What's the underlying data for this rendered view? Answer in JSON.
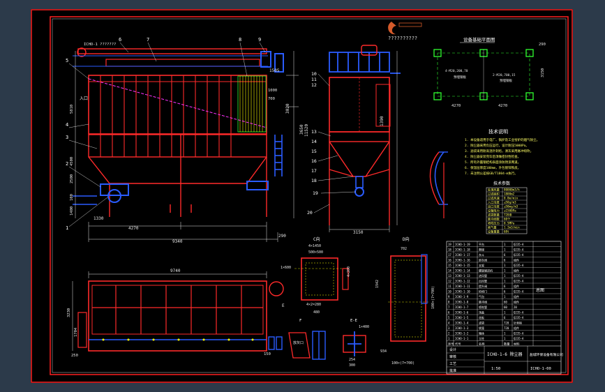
{
  "colors": {
    "background": "#2c3a4a",
    "paper": "#000000",
    "frame": "#ff2020",
    "inner_frame": "#ffffff",
    "structure": "#ff2a2a",
    "piping": "#2a5cff",
    "section": "#30ff30",
    "dimension": "#e6e6e6",
    "text": "#ffffff",
    "accent_text": "#ffff66",
    "hopper_lines": "#ffff00",
    "magenta_line": "#ff33ff",
    "logo": "#d45a2a"
  },
  "logo": {
    "icon": "company-logo-icon",
    "caption": "??????????"
  },
  "front_view": {
    "label_top_left": "ICHO-1 ???????",
    "label_inlet": "入口",
    "callouts": [
      "6",
      "7",
      "8",
      "9",
      "5",
      "4",
      "3",
      "2",
      "1"
    ],
    "dimensions": {
      "overall_width": "9340",
      "bay": "4270",
      "right_offset": "290",
      "left_offset": "1330",
      "top_right": "1505",
      "side_1": "3020",
      "side_2": "3650"
    },
    "side_dims": [
      "5810",
      "4500",
      "2500",
      "100",
      "1400",
      "1000",
      "700"
    ]
  },
  "side_view": {
    "callouts": [
      "10",
      "11",
      "12",
      "13",
      "14",
      "15",
      "16",
      "17",
      "18",
      "19",
      "20"
    ],
    "dimensions": {
      "base": "3150",
      "height": "11520",
      "upper": "1390"
    }
  },
  "foundation_plan": {
    "title": "设备基础平面图",
    "dimensions": [
      "4270",
      "4270",
      "290",
      "3150"
    ],
    "labels": [
      "4-M20,200,70",
      "2-M20,700,15",
      "预埋钢板",
      "预埋钢板"
    ]
  },
  "notes": {
    "title": "技术说明",
    "lines": [
      "1. 本设备适用于电厂、锅炉及工业窑炉的烟气除尘。",
      "2. 除尘器采用负压运行，设计耐压5000Pa。",
      "3. 滤袋采用耐高温针刺毡，清灰采用脉冲喷吹。",
      "4. 除尘器安装完毕后须做密封性检查。",
      "5. 所有外露钢结构表面涂防锈漆两道。",
      "6. 保温层厚度100mm，外包镀锌铁皮。",
      "7. 未注明公差按GB/T1804-m执行。"
    ]
  },
  "spec_table": {
    "title": "技术参数",
    "rows": [
      {
        "name": "处理风量",
        "value": "80000m3/h"
      },
      {
        "name": "过滤面积",
        "value": "1800m2"
      },
      {
        "name": "过滤风速",
        "value": "0.8m/min"
      },
      {
        "name": "入口浓度",
        "value": "≤50g/m3"
      },
      {
        "name": "出口浓度",
        "value": "≤50mg/m3"
      },
      {
        "name": "设备阻力",
        "value": "≤1500Pa"
      },
      {
        "name": "滤袋数量",
        "value": "720条"
      },
      {
        "name": "脉冲阀数",
        "value": "60个"
      },
      {
        "name": "喷吹压力",
        "value": "0.5MPa"
      },
      {
        "name": "耗气量",
        "value": "1.2m3/min"
      },
      {
        "name": "设备重量",
        "value": "68t"
      }
    ]
  },
  "bottom_plan": {
    "overall": "9740",
    "left_dims": [
      "3230",
      "1704"
    ],
    "bottom_dims": [
      "250",
      "150"
    ],
    "label": "E"
  },
  "detail_views": {
    "view_c_title": "C向",
    "view_c_dims": [
      "4×1450",
      "500×500",
      "4×200",
      "1×600"
    ],
    "view_c_bottom": "4×2=280",
    "view_c_base": "480",
    "view_d_title": "D向",
    "view_d_top": "702",
    "view_d_left": "1942",
    "view_d_inner": "100×(7=700)",
    "view_d_bottom": "934",
    "view_d_bottom2": "100×(7=700)",
    "view_e_title": "E-E",
    "view_e_dims": [
      "1×400",
      "254",
      "300"
    ],
    "view_f_title": "F",
    "view_f_label": "放灰口"
  },
  "parts_list": {
    "rows": [
      {
        "no": "19",
        "code": "ICHO-1-19",
        "name": "平台",
        "qty": "1",
        "mat": "Q235-A"
      },
      {
        "no": "18",
        "code": "ICHO-1-18",
        "name": "爬梯",
        "qty": "1",
        "mat": "Q235-A"
      },
      {
        "no": "17",
        "code": "ICHO-1-17",
        "name": "灰斗",
        "qty": "6",
        "mat": "Q235-A"
      },
      {
        "no": "16",
        "code": "ICHO-1-16",
        "name": "卸灰阀",
        "qty": "6",
        "mat": "组件"
      },
      {
        "no": "15",
        "code": "ICHO-1-15",
        "name": "支架",
        "qty": "1",
        "mat": "Q235-A"
      },
      {
        "no": "14",
        "code": "ICHO-1-14",
        "name": "螺旋输送机",
        "qty": "1",
        "mat": "组件"
      },
      {
        "no": "13",
        "code": "ICHO-1-13",
        "name": "进风管",
        "qty": "1",
        "mat": "Q235-A"
      },
      {
        "no": "12",
        "code": "ICHO-1-12",
        "name": "出风管",
        "qty": "1",
        "mat": "Q235-A"
      },
      {
        "no": "11",
        "code": "ICHO-1-11",
        "name": "提升阀",
        "qty": "6",
        "mat": "组件"
      },
      {
        "no": "10",
        "code": "ICHO-1-10",
        "name": "检修门",
        "qty": "6",
        "mat": "Q235-A"
      },
      {
        "no": "9",
        "code": "ICHO-1-9",
        "name": "气包",
        "qty": "1",
        "mat": "组件"
      },
      {
        "no": "8",
        "code": "ICHO-1-8",
        "name": "脉冲阀",
        "qty": "60",
        "mat": "组件"
      },
      {
        "no": "7",
        "code": "ICHO-1-7",
        "name": "喷吹管",
        "qty": "60",
        "mat": "20"
      },
      {
        "no": "6",
        "code": "ICHO-1-6",
        "name": "顶盖",
        "qty": "1",
        "mat": "Q235-A"
      },
      {
        "no": "5",
        "code": "ICHO-1-5",
        "name": "花板",
        "qty": "6",
        "mat": "Q235-A"
      },
      {
        "no": "4",
        "code": "ICHO-1-4",
        "name": "滤袋",
        "qty": "720",
        "mat": "针刺毡"
      },
      {
        "no": "3",
        "code": "ICHO-1-3",
        "name": "袋笼",
        "qty": "720",
        "mat": "组件"
      },
      {
        "no": "2",
        "code": "ICHO-1-2",
        "name": "箱体",
        "qty": "1",
        "mat": "Q235-A"
      },
      {
        "no": "1",
        "code": "ICHO-1-1",
        "name": "立柱",
        "qty": "1",
        "mat": "Q235-A"
      }
    ],
    "header": {
      "no": "序号",
      "code": "代号",
      "name": "名称",
      "qty": "数量",
      "mat": "材料"
    }
  },
  "title_block": {
    "drawing_title": "ICHO-1-6 除尘器",
    "company": "盐城环保设备有限公司",
    "scale": "1:50",
    "drawing_no": "ICHO-1-00",
    "total": "总图",
    "rows": [
      "设计",
      "审核",
      "工艺",
      "批准"
    ]
  }
}
